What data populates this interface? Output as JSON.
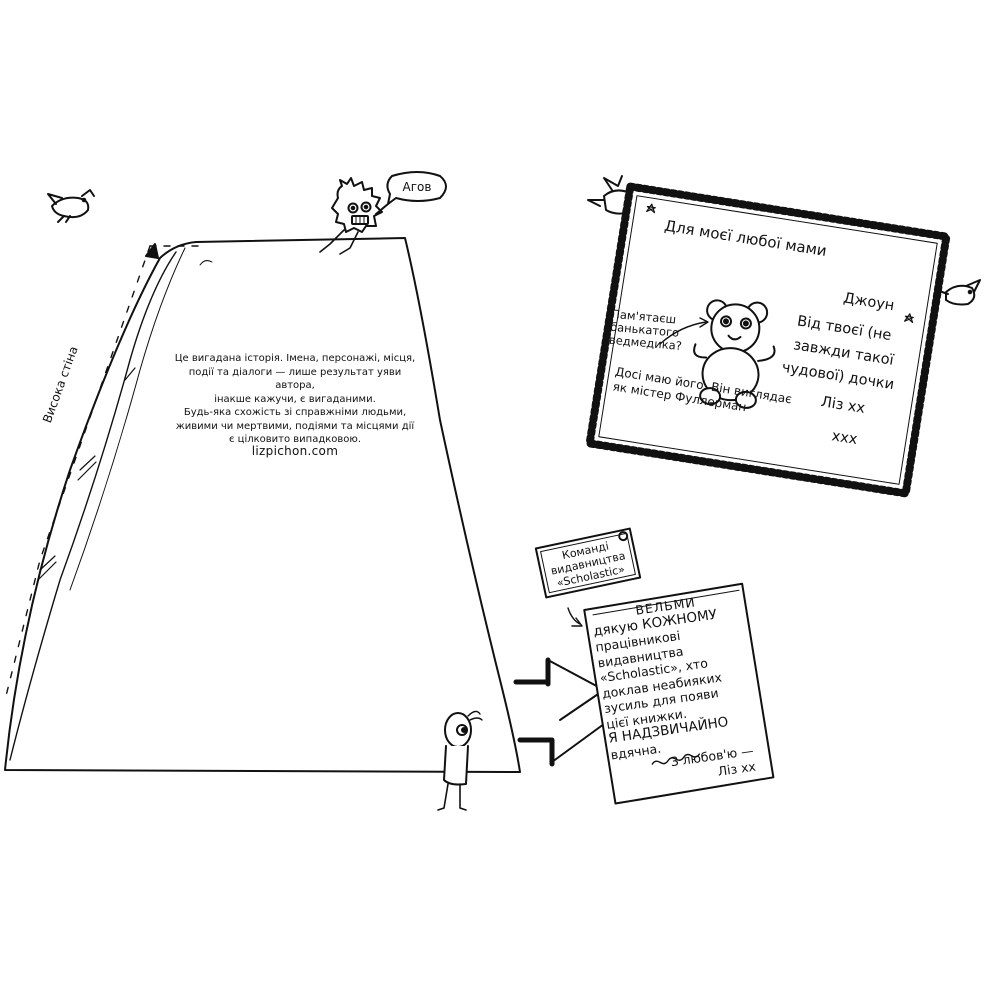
{
  "disclaimer": {
    "lines": [
      "Це вигадана історія. Імена, персонажі, місця,",
      "події та діалоги — лише результат уяви автора,",
      "інакше кажучи, є вигаданими.",
      "Будь-яка схожість зі справжніми людьми,",
      "живими чи мертвими, подіями та місцями дії",
      "є цілковито випадковою."
    ],
    "website": "lizpichon.com"
  },
  "wall": {
    "label": "Висока стіна",
    "speech": "Агов"
  },
  "dedication_card": {
    "lines": [
      "Для моєї любої мами",
      "Джоун",
      "Від твоєї (не",
      "завжди такої",
      "чудової) дочки",
      "Ліз хх",
      "ххх"
    ],
    "bear_caption": [
      "Пам'ятаєш",
      "банькатого",
      "ведмедика?"
    ],
    "bear_note": [
      "Досі маю його. Він виглядає",
      "як містер Фуллерман"
    ]
  },
  "thanks_note": {
    "label": [
      "Команді",
      "видавництва",
      "«Scholastic»"
    ],
    "lines": [
      "ВЕЛЬМИ",
      "дякую КОЖНОМУ",
      "працівникові",
      "видавництва",
      "«Scholastic», хто",
      "доклав неабияких",
      "зусиль для появи",
      "цієї книжки.",
      "Я НАДЗВИЧАЙНО",
      "вдячна.",
      "З любов'ю —",
      "Ліз хх"
    ]
  }
}
